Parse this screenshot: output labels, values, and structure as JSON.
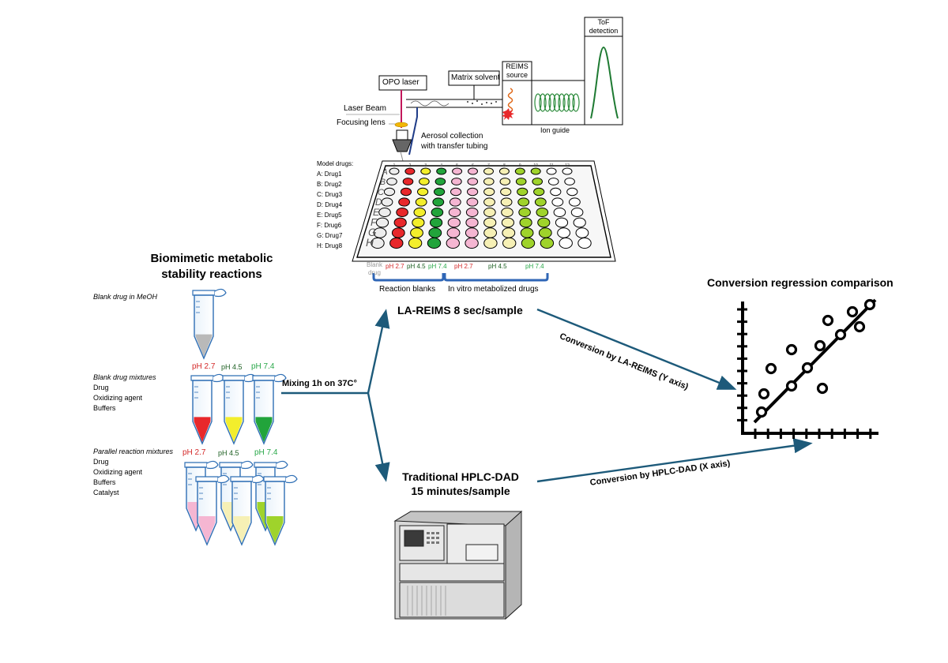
{
  "colors": {
    "red": "#e8282b",
    "yellow": "#f3ee2c",
    "green": "#22a43b",
    "pink": "#f5b6d2",
    "cream": "#f6f0b5",
    "lime": "#9fd32b",
    "grey": "#ededed",
    "arrow": "#1d5a7a",
    "bracket": "#2f66b6",
    "ph27_text": "#d42a2a",
    "ph45_text": "#1b5e20",
    "ph74_text": "#2aa84a",
    "grey_text": "#9b9b9b"
  },
  "left": {
    "title_line1": "Biomimetic metabolic",
    "title_line2": "stability reactions",
    "blank_label": "Blank drug in MeOH",
    "mix_heading": "Blank drug mixtures",
    "mix_items": [
      "Drug",
      "Oxidizing agent",
      "Buffers"
    ],
    "par_heading": "Parallel  reaction mixtures",
    "par_items": [
      "Drug",
      "Oxidizing agent",
      "Buffers",
      "Catalyst"
    ],
    "ph_labels": [
      "pH 2.7",
      "pH 4.5",
      "pH 7.4"
    ]
  },
  "instrument": {
    "opo": "OPO laser",
    "matrix": "Matrix solvent",
    "reims_line1": "REIMS",
    "reims_line2": "source",
    "tof_line1": "ToF",
    "tof_line2": "detection",
    "ion_guide": "Ion guide",
    "laser_beam": "Laser Beam",
    "focusing_lens": "Focusing lens",
    "aerosol_line1": "Aerosol collection",
    "aerosol_line2": "with transfer tubing"
  },
  "plate": {
    "model_title": "Model drugs:",
    "model_drugs": [
      "A: Drug1",
      "B: Drug2",
      "C: Drug3",
      "D: Drug4",
      "E: Drug5",
      "F: Drug6",
      "G: Drug7",
      "H: Drug8"
    ],
    "row_letters": [
      "A",
      "B",
      "C",
      "D",
      "E",
      "F",
      "G",
      "H"
    ],
    "col_numbers": [
      "1",
      "2",
      "3",
      "4",
      "5",
      "6",
      "7",
      "8",
      "9",
      "10",
      "11",
      "12"
    ],
    "col_colors": [
      "grey",
      "red",
      "yellow",
      "green",
      "pink",
      "pink",
      "cream",
      "cream",
      "lime",
      "lime",
      "white",
      "white"
    ],
    "blank_drug_line1": "Blank",
    "blank_drug_line2": "drug",
    "ph_labels_blanks": [
      "pH 2.7",
      "pH 4.5",
      "pH 7.4"
    ],
    "ph_labels_metab": [
      "pH 2.7",
      "pH 4.5",
      "pH 7.4"
    ],
    "reaction_blanks": "Reaction blanks",
    "in_vitro": "In vitro metabolized drugs"
  },
  "flow": {
    "mixing": "Mixing 1h on 37C°",
    "la_reims": "LA-REIMS 8 sec/sample",
    "hplc_line1": "Traditional HPLC-DAD",
    "hplc_line2": "15 minutes/sample",
    "conv_reims": "Conversion by LA-REIMS (Y axis)",
    "conv_hplc": "Conversion by HPLC-DAD (X axis)"
  },
  "regression": {
    "title": "Conversion regression comparison"
  }
}
